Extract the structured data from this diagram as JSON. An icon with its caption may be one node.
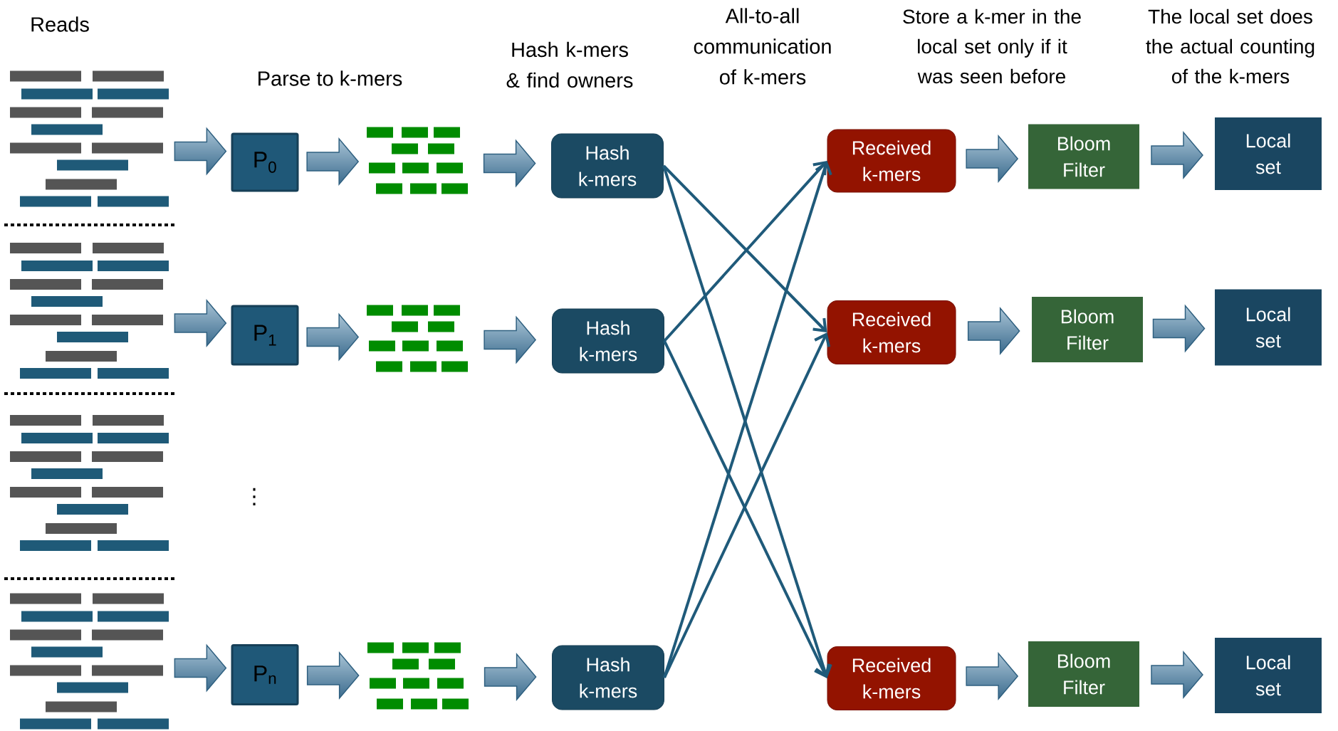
{
  "diagram": {
    "nodes": [
      {
        "text": [],
        "shape": "bar"
      },
      {
        "text": [
          "P$_{0}$"
        ]
      },
      {
        "text": [],
        "shape": "bar"
      },
      {
        "text": [
          "Hash k-mers"
        ]
      },
      {
        "text": [
          "Received k-mers"
        ]
      },
      {
        "text": [
          "Bloom Filter"
        ]
      },
      {
        "text": [
          "Local set"
        ]
      },
      {
        "text": [],
        "shape": "bar"
      },
      {
        "text": [
          "P$_{1}$"
        ]
      },
      {
        "text": [],
        "shape": "bar"
      },
      {
        "text": [
          "Hash k-mers"
        ]
      },
      {
        "text": [
          "Received k-mers"
        ]
      },
      {
        "text": [
          "Bloom Filter"
        ]
      },
      {
        "text": [
          "Local set"
        ]
      },
      {
        "text": [],
        "shape": "bar"
      },
      {
        "text": [],
        "shape": "bar"
      },
      {
        "text": [
          "P$_{n}$"
        ]
      },
      {
        "text": [],
        "shape": "bar"
      },
      {
        "text": [
          "Hash k-mers"
        ]
      },
      {
        "text": [
          "Received k-mers"
        ]
      },
      {
        "text": [
          "Bloom Filter"
        ]
      },
      {
        "text": [
          "Local set"
        ]
      }
    ],
    "edges": [
      {
        "from": 0,
        "to": 1,
        "arrow": "to",
        "style": "thick"
      },
      {
        "from": 1,
        "to": 2,
        "arrow": "to",
        "style": "thick"
      },
      {
        "from": 2,
        "to": 3,
        "arrow": "to",
        "style": "thick"
      },
      {
        "from": 4,
        "to": 5,
        "arrow": "to",
        "style": "thick"
      },
      {
        "from": 5,
        "to": 6,
        "arrow": "to",
        "style": "thick"
      },
      {
        "from": 7,
        "to": 8,
        "arrow": "to",
        "style": "thick"
      },
      {
        "from": 8,
        "to": 9,
        "arrow": "to",
        "style": "thick"
      },
      {
        "from": 9,
        "to": 10,
        "arrow": "to",
        "style": "thick"
      },
      {
        "from": 11,
        "to": 12,
        "arrow": "to",
        "style": "thick"
      },
      {
        "from": 12,
        "to": 13,
        "arrow": "to",
        "style": "thick"
      },
      {
        "from": 15,
        "to": 16,
        "arrow": "to",
        "style": "thick"
      },
      {
        "from": 16,
        "to": 17,
        "arrow": "to",
        "style": "thick"
      },
      {
        "from": 17,
        "to": 18,
        "arrow": "to",
        "style": "thick"
      },
      {
        "from": 19,
        "to": 20,
        "arrow": "to",
        "style": "thick"
      },
      {
        "from": 20,
        "to": 21,
        "arrow": "to",
        "style": "thick"
      },
      {
        "from": 3,
        "to": 11,
        "arrow": "to"
      },
      {
        "from": 3,
        "to": 19,
        "arrow": "to"
      },
      {
        "from": 10,
        "to": 4,
        "arrow": "to"
      },
      {
        "from": 10,
        "to": 19,
        "arrow": "to"
      },
      {
        "from": 18,
        "to": 4,
        "arrow": "to"
      },
      {
        "from": 18,
        "to": 11,
        "arrow": "to"
      }
    ],
    "labels": [
      "Reads",
      "Parse to k-mers",
      "Hash k-mers & find owners",
      "All-to-all communication of k-mers",
      "Store a k-mer in the local set only if it was seen before",
      "The local set does the actual counting of the k-mers",
      "⋮"
    ]
  }
}
